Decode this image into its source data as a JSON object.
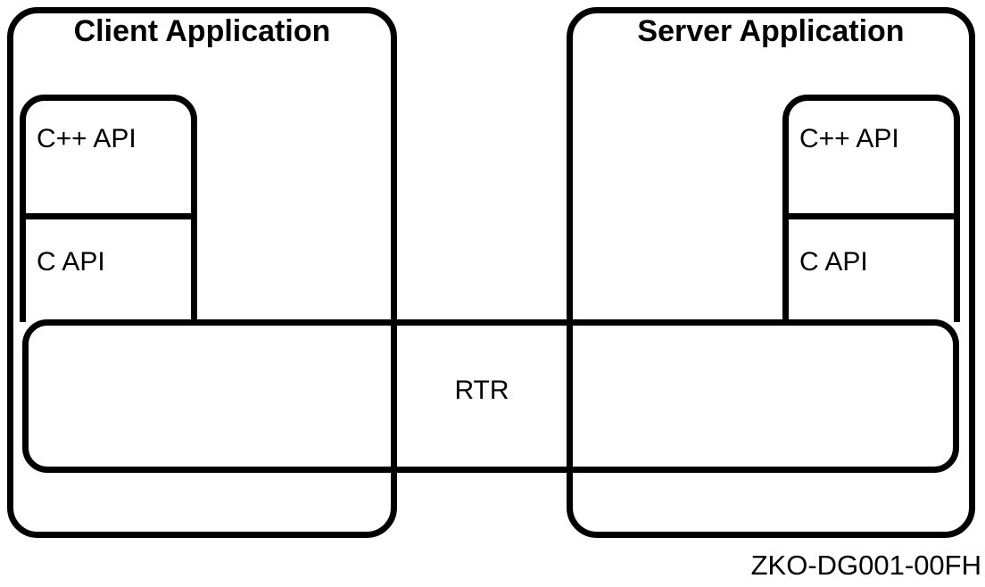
{
  "client": {
    "title": "Client Application",
    "cpp_api_label": "C++ API",
    "c_api_label": "C API"
  },
  "server": {
    "title": "Server Application",
    "cpp_api_label": "C++ API",
    "c_api_label": "C API"
  },
  "rtr": {
    "label": "RTR"
  },
  "caption": "ZKO-DG001-00FH",
  "colors": {
    "line": "#000000",
    "background": "#ffffff",
    "text": "#000000"
  }
}
